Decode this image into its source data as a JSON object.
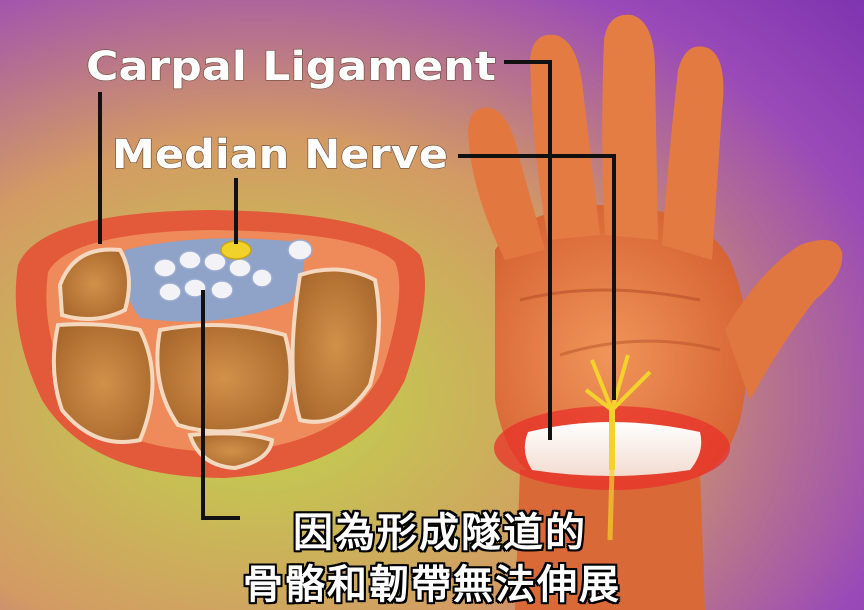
{
  "labels": {
    "carpal_ligament": "Carpal Ligament",
    "median_nerve": "Median Nerve"
  },
  "subtitles": {
    "line1": "因為形成隧道的",
    "line2": "骨骼和韌帶無法伸展"
  },
  "colors": {
    "background_purple": "#8c3fb8",
    "background_green": "#b8d24a",
    "skin": "#e0743c",
    "bone": "#c07a35",
    "ligament_band": "#ffffff",
    "nerve": "#f2d02c",
    "leader_line": "#111111"
  }
}
